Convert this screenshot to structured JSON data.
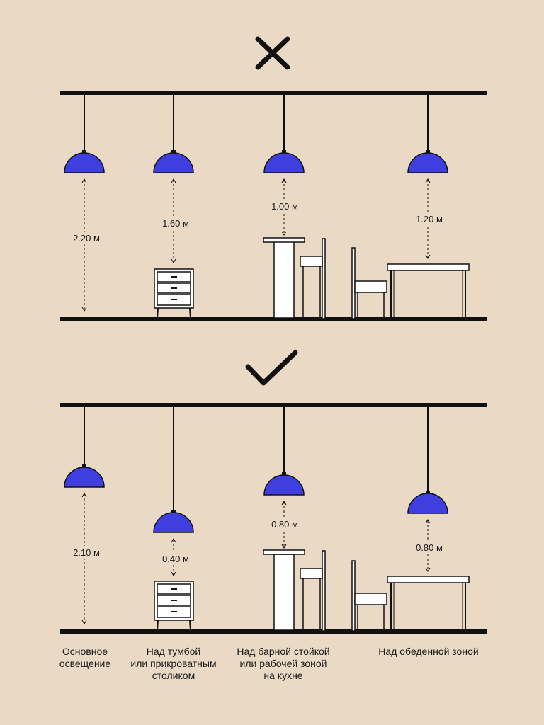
{
  "colors": {
    "background": "#ead9c5",
    "lamp": "#3f3fe0",
    "ink": "#111111",
    "furniture_fill": "#ffffff"
  },
  "icons": {
    "wrong": "cross-icon",
    "correct": "checkmark-icon"
  },
  "wrong_panel": {
    "distances": [
      "2.20 м",
      "1.60 м",
      "1.00 м",
      "1.20 м"
    ]
  },
  "correct_panel": {
    "distances": [
      "2.10 м",
      "0.40 м",
      "0.80 м",
      "0.80 м"
    ]
  },
  "captions": [
    {
      "line1": "Основное",
      "line2": "освещение",
      "line3": ""
    },
    {
      "line1": "Над тумбой",
      "line2": "или прикроватным",
      "line3": "столиком"
    },
    {
      "line1": "Над барной стойкой",
      "line2": "или рабочей зоной",
      "line3": "на кухне"
    },
    {
      "line1": "Над обеденной зоной",
      "line2": "",
      "line3": ""
    }
  ]
}
